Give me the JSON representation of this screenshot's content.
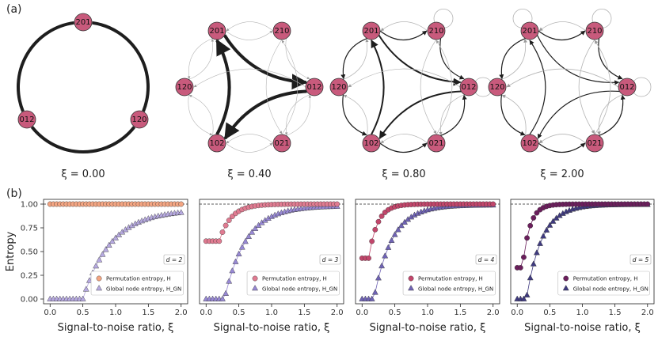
{
  "figure": {
    "panel_a_label": "(a)",
    "panel_b_label": "(b)",
    "colors": {
      "node_fill": "#c85a7c",
      "node_stroke": "#333333",
      "edge_dark": "#1e1e1e",
      "edge_light": "#b4b4b4",
      "perm_d2": "#f4a582",
      "perm_d3": "#e07b91",
      "perm_d4": "#c2466b",
      "perm_d5": "#6b1e5c",
      "gn_d2": "#b6a9e0",
      "gn_d3": "#9788d4",
      "gn_d4": "#6f63b5",
      "gn_d5": "#3f3a80"
    }
  },
  "graphs": [
    {
      "xi_label": "ξ = 0.00",
      "nodes": [
        "201",
        "120",
        "012"
      ],
      "edges": [
        {
          "from": "201",
          "to": "120",
          "weight": 4
        },
        {
          "from": "120",
          "to": "012",
          "weight": 4
        },
        {
          "from": "012",
          "to": "201",
          "weight": 4
        }
      ],
      "self_loops": []
    },
    {
      "xi_label": "ξ = 0.40",
      "nodes": [
        "201",
        "210",
        "120",
        "012",
        "102",
        "021"
      ],
      "edges": [
        {
          "from": "201",
          "to": "012",
          "weight": 4
        },
        {
          "from": "012",
          "to": "102",
          "weight": 4
        },
        {
          "from": "102",
          "to": "201",
          "weight": 4
        },
        {
          "from": "201",
          "to": "210",
          "weight": 0.6
        },
        {
          "from": "210",
          "to": "012",
          "weight": 0.6
        },
        {
          "from": "201",
          "to": "120",
          "weight": 0.6
        },
        {
          "from": "120",
          "to": "201",
          "weight": 0.6
        },
        {
          "from": "120",
          "to": "102",
          "weight": 0.6
        },
        {
          "from": "102",
          "to": "021",
          "weight": 0.6
        },
        {
          "from": "021",
          "to": "012",
          "weight": 0.6
        },
        {
          "from": "012",
          "to": "120",
          "weight": 0.6
        },
        {
          "from": "021",
          "to": "210",
          "weight": 0.6
        },
        {
          "from": "210",
          "to": "021",
          "weight": 0.6
        },
        {
          "from": "012",
          "to": "021",
          "weight": 0.6
        },
        {
          "from": "102",
          "to": "120",
          "weight": 0.6
        },
        {
          "from": "210",
          "to": "201",
          "weight": 0.6
        },
        {
          "from": "021",
          "to": "102",
          "weight": 0.6
        }
      ],
      "self_loops": []
    },
    {
      "xi_label": "ξ = 0.80",
      "nodes": [
        "201",
        "210",
        "120",
        "012",
        "102",
        "021"
      ],
      "edges": [
        {
          "from": "201",
          "to": "012",
          "weight": 2
        },
        {
          "from": "012",
          "to": "102",
          "weight": 2
        },
        {
          "from": "102",
          "to": "201",
          "weight": 2
        },
        {
          "from": "201",
          "to": "210",
          "weight": 1.2
        },
        {
          "from": "210",
          "to": "012",
          "weight": 1.2
        },
        {
          "from": "201",
          "to": "120",
          "weight": 1.2
        },
        {
          "from": "120",
          "to": "201",
          "weight": 0.7
        },
        {
          "from": "120",
          "to": "102",
          "weight": 1.2
        },
        {
          "from": "102",
          "to": "021",
          "weight": 1.2
        },
        {
          "from": "021",
          "to": "012",
          "weight": 1.2
        },
        {
          "from": "012",
          "to": "120",
          "weight": 0.7
        },
        {
          "from": "021",
          "to": "210",
          "weight": 0.7
        },
        {
          "from": "210",
          "to": "021",
          "weight": 0.7
        },
        {
          "from": "012",
          "to": "021",
          "weight": 0.7
        },
        {
          "from": "102",
          "to": "120",
          "weight": 0.7
        },
        {
          "from": "210",
          "to": "201",
          "weight": 0.7
        },
        {
          "from": "021",
          "to": "102",
          "weight": 0.7
        }
      ],
      "self_loops": [
        "210",
        "012"
      ]
    },
    {
      "xi_label": "ξ = 2.00",
      "nodes": [
        "201",
        "210",
        "120",
        "012",
        "102",
        "021"
      ],
      "edges": [
        {
          "from": "201",
          "to": "012",
          "weight": 1.2
        },
        {
          "from": "012",
          "to": "102",
          "weight": 1.2
        },
        {
          "from": "102",
          "to": "201",
          "weight": 1.2
        },
        {
          "from": "201",
          "to": "210",
          "weight": 1.2
        },
        {
          "from": "210",
          "to": "012",
          "weight": 1.2
        },
        {
          "from": "201",
          "to": "120",
          "weight": 1.2
        },
        {
          "from": "120",
          "to": "201",
          "weight": 0.8
        },
        {
          "from": "120",
          "to": "102",
          "weight": 1.2
        },
        {
          "from": "102",
          "to": "021",
          "weight": 1.2
        },
        {
          "from": "021",
          "to": "012",
          "weight": 1.2
        },
        {
          "from": "012",
          "to": "120",
          "weight": 0.8
        },
        {
          "from": "021",
          "to": "210",
          "weight": 0.8
        },
        {
          "from": "210",
          "to": "021",
          "weight": 0.8
        },
        {
          "from": "012",
          "to": "021",
          "weight": 0.8
        },
        {
          "from": "102",
          "to": "120",
          "weight": 0.8
        },
        {
          "from": "210",
          "to": "201",
          "weight": 0.8
        },
        {
          "from": "021",
          "to": "102",
          "weight": 0.8
        }
      ],
      "self_loops": [
        "201",
        "210",
        "012"
      ]
    }
  ],
  "chart_data": [
    {
      "type": "scatter",
      "ylabel": "Entropy",
      "xlabel": "Signal-to-noise ratio, ξ",
      "xlim": [
        -0.1,
        2.1
      ],
      "ylim": [
        -0.05,
        1.05
      ],
      "xticks": [
        "0.0",
        "0.5",
        "1.0",
        "1.5",
        "2.0"
      ],
      "yticks": [
        "0.00",
        "0.25",
        "0.50",
        "0.75",
        "1.00"
      ],
      "reference_line": 1.0,
      "d_label": "d = 2",
      "legend": [
        "Permutation entropy, H",
        "Global node entropy, H_GN"
      ],
      "series": [
        {
          "name": "Permutation entropy, H",
          "marker": "circle",
          "color": "#f4a582",
          "params": {
            "y0": 1.0,
            "xc": 0.0,
            "k": 30
          }
        },
        {
          "name": "Global node entropy, H_GN",
          "marker": "triangle",
          "color": "#b6a9e0",
          "params": {
            "y0": 0.0,
            "xc": 0.5,
            "k": 2.3,
            "ymax": 0.94
          }
        }
      ]
    },
    {
      "type": "scatter",
      "xlabel": "Signal-to-noise ratio, ξ",
      "xlim": [
        -0.1,
        2.1
      ],
      "ylim": [
        -0.05,
        1.05
      ],
      "xticks": [
        "0.0",
        "0.5",
        "1.0",
        "1.5",
        "2.0"
      ],
      "reference_line": 1.0,
      "d_label": "d = 3",
      "legend": [
        "Permutation entropy, H",
        "Global node entropy, H_GN"
      ],
      "series": [
        {
          "name": "Permutation entropy, H",
          "marker": "circle",
          "color": "#e07b91",
          "params": {
            "y0": 0.61,
            "xc": 0.2,
            "k": 5.5,
            "ymax": 1.0
          }
        },
        {
          "name": "Global node entropy, H_GN",
          "marker": "triangle",
          "color": "#9788d4",
          "params": {
            "y0": 0.0,
            "xc": 0.28,
            "k": 3.0,
            "ymax": 0.98
          }
        }
      ]
    },
    {
      "type": "scatter",
      "xlabel": "Signal-to-noise ratio, ξ",
      "xlim": [
        -0.1,
        2.1
      ],
      "ylim": [
        -0.05,
        1.05
      ],
      "xticks": [
        "0.0",
        "0.5",
        "1.0",
        "1.5",
        "2.0"
      ],
      "reference_line": 1.0,
      "d_label": "d = 4",
      "legend": [
        "Permutation entropy, H",
        "Global node entropy, H_GN"
      ],
      "series": [
        {
          "name": "Permutation entropy, H",
          "marker": "circle",
          "color": "#c2466b",
          "params": {
            "y0": 0.43,
            "xc": 0.1,
            "k": 7.5,
            "ymax": 1.0
          }
        },
        {
          "name": "Global node entropy, H_GN",
          "marker": "triangle",
          "color": "#6f63b5",
          "params": {
            "y0": 0.0,
            "xc": 0.18,
            "k": 3.6,
            "ymax": 0.99
          }
        }
      ]
    },
    {
      "type": "scatter",
      "xlabel": "Signal-to-noise ratio, ξ",
      "xlim": [
        -0.1,
        2.1
      ],
      "ylim": [
        -0.05,
        1.05
      ],
      "xticks": [
        "0.0",
        "0.5",
        "1.0",
        "1.5",
        "2.0"
      ],
      "reference_line": 1.0,
      "d_label": "d = 5",
      "legend": [
        "Permutation entropy, H",
        "Global node entropy, H_GN"
      ],
      "series": [
        {
          "name": "Permutation entropy, H",
          "marker": "circle",
          "color": "#6b1e5c",
          "params": {
            "y0": 0.33,
            "xc": 0.08,
            "k": 9.0,
            "ymax": 1.0
          }
        },
        {
          "name": "Global node entropy, H_GN",
          "marker": "triangle",
          "color": "#3f3a80",
          "params": {
            "y0": 0.0,
            "xc": 0.14,
            "k": 4.2,
            "ymax": 0.995
          }
        }
      ]
    }
  ]
}
